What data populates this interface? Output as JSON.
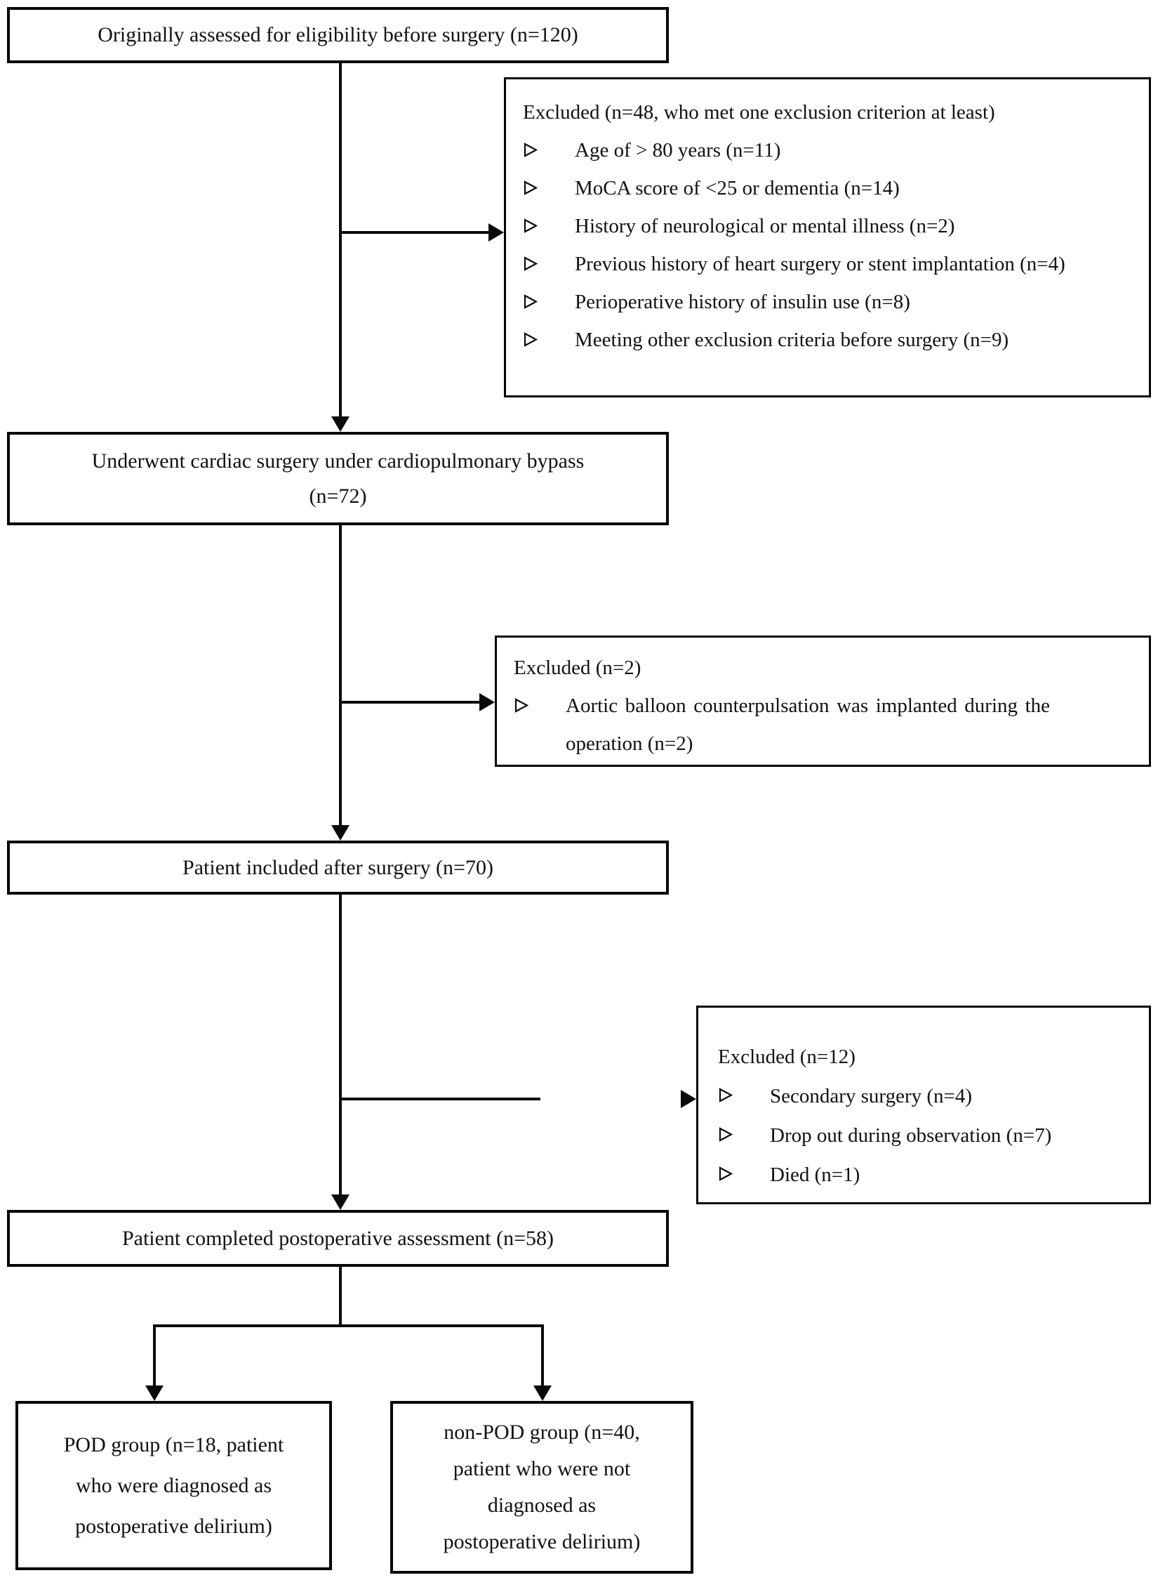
{
  "figure": {
    "boxes": {
      "eligibility": {
        "label": "Originally assessed for eligibility before surgery (n=120)"
      },
      "surgery": {
        "lines": [
          "Underwent cardiac surgery under cardiopulmonary bypass",
          "(n=72)"
        ]
      },
      "included": {
        "label": "Patient included after surgery (n=70)"
      },
      "completed": {
        "label": "Patient completed postoperative assessment (n=58)"
      },
      "pod_group": {
        "lines": [
          "POD group (n=18, patient",
          "who were diagnosed as",
          "postoperative delirium)"
        ]
      },
      "non_pod_group": {
        "lines": [
          "non-POD group (n=40,",
          "patient who were not",
          "diagnosed as",
          "postoperative delirium)"
        ]
      }
    },
    "exclusions": {
      "before_surgery": {
        "title": "Excluded (n=48, who met one exclusion criterion at least)",
        "items": [
          "Age of > 80 years (n=11)",
          "MoCA score of <25 or dementia (n=14)",
          "History of neurological or mental illness (n=2)",
          "Previous history of heart surgery or stent implantation (n=4)",
          "Perioperative history of insulin use (n=8)",
          "Meeting other exclusion criteria before surgery (n=9)"
        ]
      },
      "during_surgery": {
        "title": "Excluded (n=2)",
        "items": [
          "Aortic balloon counterpulsation was implanted during the operation (n=2)"
        ]
      },
      "after_surgery": {
        "title": "Excluded (n=12)",
        "items": [
          "Secondary surgery (n=4)",
          "Drop out during observation (n=7)",
          "Died (n=1)"
        ]
      }
    },
    "colors": {
      "line": "#0a0a0a",
      "background": "#ffffff",
      "text": "#111111"
    }
  }
}
